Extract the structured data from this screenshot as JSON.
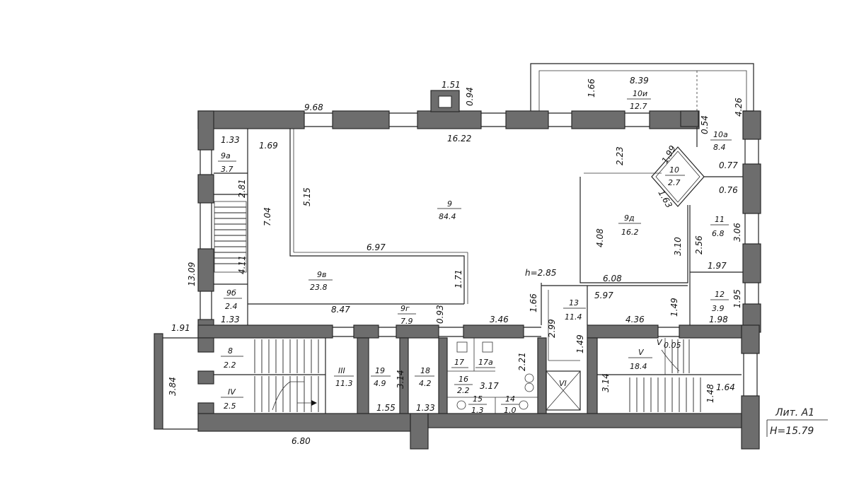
{
  "plan": {
    "literal": "Лит. А1",
    "height_label": "Н=15.79"
  },
  "dimensions": {
    "d_1_51": "1.51",
    "d_0_94": "0.94",
    "d_9_68": "9.68",
    "d_16_22": "16.22",
    "d_8_39": "8.39",
    "d_1_66_top": "1.66",
    "d_4_26": "4.26",
    "d_0_54": "0.54",
    "d_1_33_top": "1.33",
    "d_1_69": "1.69",
    "d_2_81": "2.81",
    "d_5_15": "5.15",
    "d_7_04": "7.04",
    "d_2_23": "2.23",
    "d_1_99": "1.99",
    "d_0_77": "0.77",
    "d_0_76": "0.76",
    "d_1_63": "1.63",
    "d_4_08": "4.08",
    "d_3_10": "3.10",
    "d_2_56": "2.56",
    "d_3_06": "3.06",
    "d_6_97": "6.97",
    "d_1_71": "1.71",
    "d_13_09": "13.09",
    "d_4_11": "4.11",
    "d_h_2_85": "h=2.85",
    "d_6_08": "6.08",
    "d_1_97": "1.97",
    "d_5_97": "5.97",
    "d_1_49_r": "1.49",
    "d_1_95": "1.95",
    "d_1_98": "1.98",
    "d_4_36": "4.36",
    "d_1_66_mid": "1.66",
    "d_1_33_mid": "1.33",
    "d_8_47": "8.47",
    "d_0_93": "0.93",
    "d_3_46": "3.46",
    "d_2_99": "2.99",
    "d_1_49_c": "1.49",
    "d_1_91": "1.91",
    "d_3_84": "3.84",
    "d_2_21": "2.21",
    "d_3_17": "3.17",
    "d_3_14_a": "3.14",
    "d_3_14_b": "3.14",
    "d_1_55": "1.55",
    "d_1_33_bot": "1.33",
    "d_1_64": "1.64",
    "d_1_48": "1.48",
    "d_6_80": "6.80"
  },
  "rooms": [
    {
      "id": "9",
      "num": "9",
      "area": "84.4"
    },
    {
      "id": "9a_top",
      "num": "9а",
      "area": "3.7"
    },
    {
      "id": "9b",
      "num": "9б",
      "area": "2.4"
    },
    {
      "id": "9v",
      "num": "9в",
      "area": "23.8"
    },
    {
      "id": "9g",
      "num": "9г",
      "area": "7.9"
    },
    {
      "id": "9d",
      "num": "9д",
      "area": "16.2"
    },
    {
      "id": "10",
      "num": "10",
      "area": "2.7"
    },
    {
      "id": "10a",
      "num": "10а",
      "area": "8.4"
    },
    {
      "id": "10u",
      "num": "10и",
      "area": "12.7"
    },
    {
      "id": "11",
      "num": "11",
      "area": "6.8"
    },
    {
      "id": "12",
      "num": "12",
      "area": "3.9"
    },
    {
      "id": "13",
      "num": "13",
      "area": "11.4"
    },
    {
      "id": "V",
      "num": "V",
      "area": "18.4"
    },
    {
      "id": "III",
      "num": "III",
      "area": "11.3"
    },
    {
      "id": "8",
      "num": "8",
      "area": "2.2"
    },
    {
      "id": "IV",
      "num": "IV",
      "area": "2.5"
    },
    {
      "id": "19",
      "num": "19",
      "area": "4.9"
    },
    {
      "id": "18",
      "num": "18",
      "area": "4.2"
    },
    {
      "id": "16",
      "num": "16",
      "area": "2.2"
    },
    {
      "id": "15",
      "num": "15",
      "area": "1.3"
    },
    {
      "id": "14",
      "num": "14",
      "area": "1.0"
    },
    {
      "id": "17",
      "num": "17",
      "area": ""
    },
    {
      "id": "17a",
      "num": "17а",
      "area": ""
    },
    {
      "id": "VI",
      "num": "VI",
      "area": ""
    },
    {
      "id": "Vsmall",
      "num": "V",
      "area": "0.05"
    }
  ]
}
